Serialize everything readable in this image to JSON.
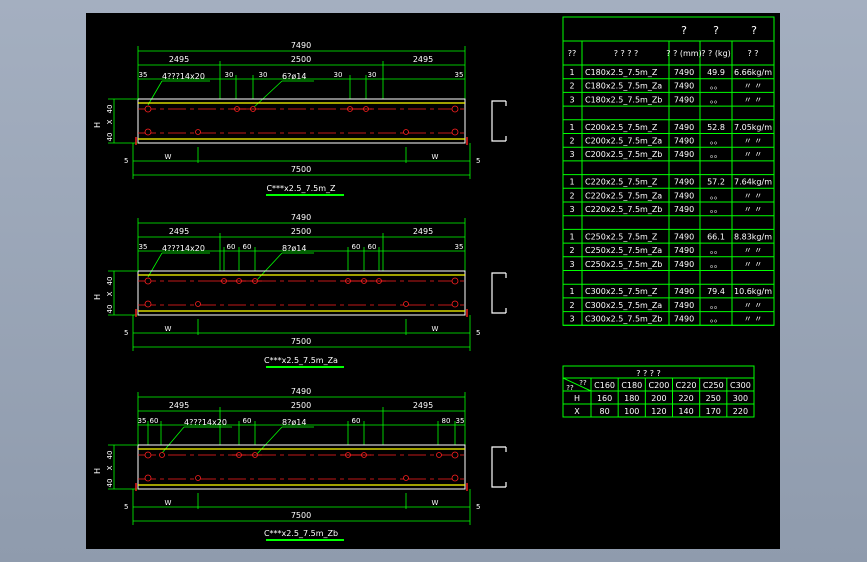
{
  "drawing": {
    "views": [
      {
        "id": "z",
        "title": "C***x2.5_7.5m_Z",
        "overall": "7490",
        "segments": [
          "2495",
          "2500",
          "2495"
        ],
        "spacing_left": [
          "35",
          "30",
          "30"
        ],
        "spacing_right": [
          "30",
          "30",
          "35"
        ],
        "hole_note_1": "4???14x20",
        "hole_note_2": "6?ø14",
        "h_label": "H",
        "x_label": "X",
        "v_dims": [
          "40",
          "40"
        ],
        "bottom_left": "5",
        "bottom_right": "5",
        "w_label": "W",
        "bottom_total": "7500"
      },
      {
        "id": "za",
        "title": "C***x2.5_7.5m_Za",
        "overall": "7490",
        "segments": [
          "2495",
          "2500",
          "2495"
        ],
        "spacing_left": [
          "35",
          "60",
          "60"
        ],
        "spacing_right": [
          "60",
          "60",
          "35"
        ],
        "hole_note_1": "4???14x20",
        "hole_note_2": "8?ø14",
        "h_label": "H",
        "x_label": "X",
        "v_dims": [
          "40",
          "40"
        ],
        "bottom_left": "5",
        "bottom_right": "5",
        "w_label": "W",
        "bottom_total": "7500"
      },
      {
        "id": "zb",
        "title": "C***x2.5_7.5m_Zb",
        "overall": "7490",
        "segments": [
          "2495",
          "2500",
          "2495"
        ],
        "spacing_left": [
          "35",
          "60",
          "60"
        ],
        "spacing_right": [
          "60",
          "80",
          "35"
        ],
        "hole_note_1": "4???14x20",
        "hole_note_2": "8?ø14",
        "h_label": "H",
        "x_label": "X",
        "v_dims": [
          "40",
          "40"
        ],
        "bottom_left": "5",
        "bottom_right": "5",
        "w_label": "W",
        "bottom_total": "7500"
      }
    ]
  },
  "parts_table": {
    "title_marks": [
      "?",
      "?",
      "?"
    ],
    "headers": [
      "??",
      "? ? ? ?",
      "? ? (mm)",
      "? ? (kg)",
      "? ?"
    ],
    "groups": [
      {
        "rows": [
          [
            "1",
            "C180x2.5_7.5m_Z",
            "7490",
            "49.9",
            "6.66kg/m"
          ],
          [
            "2",
            "C180x2.5_7.5m_Za",
            "7490",
            "。。",
            "〃 〃"
          ],
          [
            "3",
            "C180x2.5_7.5m_Zb",
            "7490",
            "。。",
            "〃 〃"
          ]
        ]
      },
      {
        "rows": [
          [
            "1",
            "C200x2.5_7.5m_Z",
            "7490",
            "52.8",
            "7.05kg/m"
          ],
          [
            "2",
            "C200x2.5_7.5m_Za",
            "7490",
            "。。",
            "〃 〃"
          ],
          [
            "3",
            "C200x2.5_7.5m_Zb",
            "7490",
            "。。",
            "〃 〃"
          ]
        ]
      },
      {
        "rows": [
          [
            "1",
            "C220x2.5_7.5m_Z",
            "7490",
            "57.2",
            "7.64kg/m"
          ],
          [
            "2",
            "C220x2.5_7.5m_Za",
            "7490",
            "。。",
            "〃 〃"
          ],
          [
            "3",
            "C220x2.5_7.5m_Zb",
            "7490",
            "。。",
            "〃 〃"
          ]
        ]
      },
      {
        "rows": [
          [
            "1",
            "C250x2.5_7.5m_Z",
            "7490",
            "66.1",
            "8.83kg/m"
          ],
          [
            "2",
            "C250x2.5_7.5m_Za",
            "7490",
            "。。",
            "〃 〃"
          ],
          [
            "3",
            "C250x2.5_7.5m_Zb",
            "7490",
            "。。",
            "〃 〃"
          ]
        ]
      },
      {
        "rows": [
          [
            "1",
            "C300x2.5_7.5m_Z",
            "7490",
            "79.4",
            "10.6kg/m"
          ],
          [
            "2",
            "C300x2.5_7.5m_Za",
            "7490",
            "。。",
            "〃 〃"
          ],
          [
            "3",
            "C300x2.5_7.5m_Zb",
            "7490",
            "。。",
            "〃 〃"
          ]
        ]
      }
    ]
  },
  "size_table": {
    "title": "? ? ? ?",
    "corner_top": "??",
    "corner_bottom": "??",
    "columns": [
      "C160",
      "C180",
      "C200",
      "C220",
      "C250",
      "C300"
    ],
    "rows": [
      {
        "label": "H",
        "values": [
          "160",
          "180",
          "200",
          "220",
          "250",
          "300"
        ]
      },
      {
        "label": "X",
        "values": [
          "80",
          "100",
          "120",
          "140",
          "170",
          "220"
        ]
      }
    ]
  },
  "colors": {
    "background": "#000000",
    "dimension": "#00ff00",
    "outline": "#ffffff",
    "flange": "#ffff00",
    "holes": "#ff2020"
  }
}
